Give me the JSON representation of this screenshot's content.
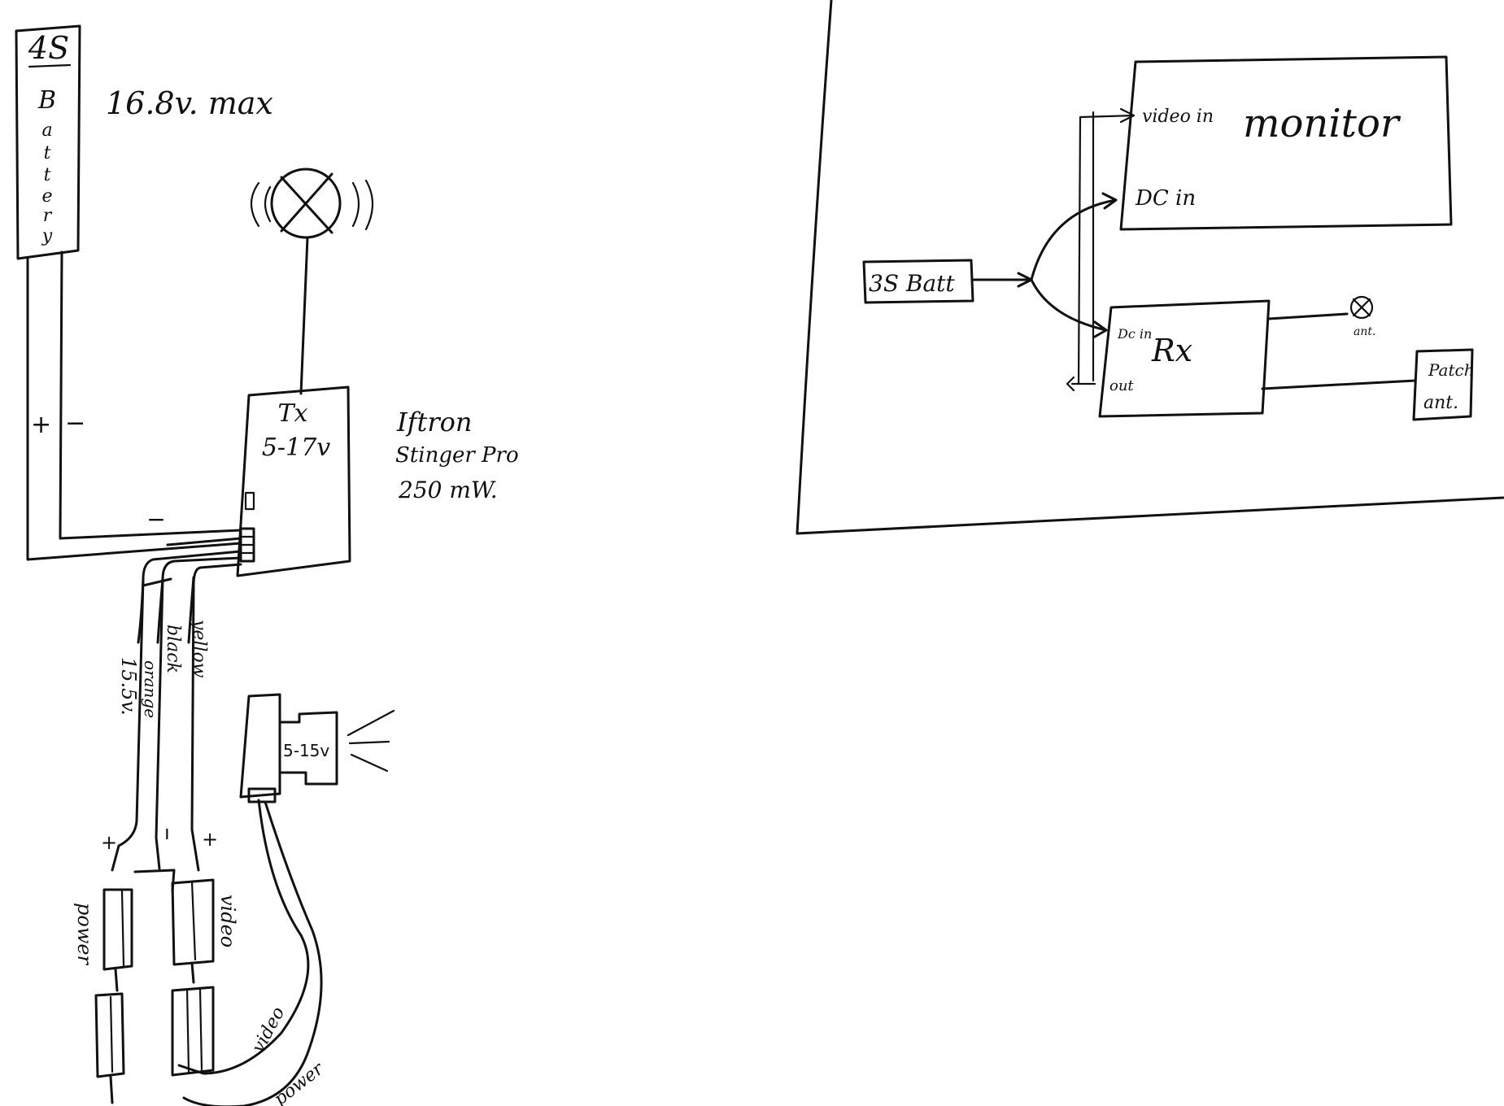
{
  "transmitter_side": {
    "battery": {
      "cells": "4S",
      "letters": [
        "B",
        "a",
        "t",
        "t",
        "e",
        "r",
        "y"
      ],
      "max_voltage": "16.8v. max",
      "plus": "+",
      "minus": "−"
    },
    "tx": {
      "title": "Tx",
      "voltage": "5-17v",
      "brand": "Iftron",
      "model": "Stinger Pro",
      "power": "250 mW.",
      "minus_mark": "−"
    },
    "wires": {
      "red": "15.5v.",
      "orange": "orange",
      "black": "black",
      "yellow": "yellow"
    },
    "connectors": {
      "power": "power",
      "video": "video",
      "plus_left": "+",
      "ground": "ı",
      "plus_right": "+"
    },
    "camera": {
      "voltage": "5-15v"
    },
    "camera_cables": {
      "video": "video",
      "power": "power"
    }
  },
  "receiver_side": {
    "monitor": {
      "title": "monitor",
      "video_in": "video in",
      "dc_in": "DC in"
    },
    "battery": "3S Batt",
    "rx": {
      "title": "Rx",
      "dc_in": "Dc in",
      "out": "out"
    },
    "antenna": "ant.",
    "patch_antenna": {
      "line1": "Patch",
      "line2": "ant."
    }
  }
}
